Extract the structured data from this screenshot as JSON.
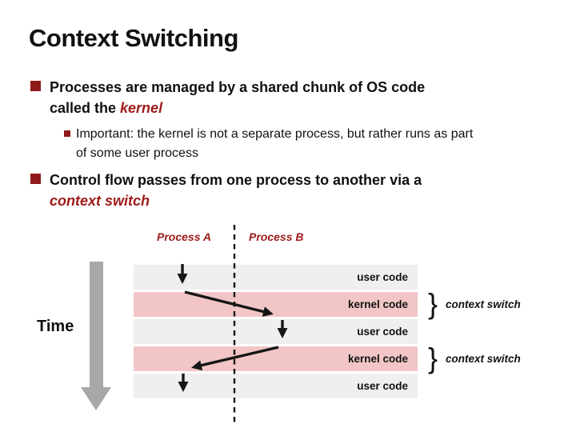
{
  "slide": {
    "title": "Context Switching",
    "bullet1": {
      "line1": "Processes are managed by a shared chunk of OS code",
      "line2_prefix": "called the ",
      "line2_accent": "kernel"
    },
    "sub_bullet": {
      "line1": "Important: the kernel is not a separate process, but rather runs as part",
      "line2": "of some user process"
    },
    "bullet2": {
      "line1": "Control flow passes from one process to another via a",
      "line2_accent": "context switch"
    }
  },
  "diagram": {
    "process_a_label": "Process A",
    "process_b_label": "Process B",
    "time_label": "Time",
    "rows": [
      {
        "label": "user code",
        "type": "user"
      },
      {
        "label": "kernel code",
        "type": "kernel"
      },
      {
        "label": "user code",
        "type": "user"
      },
      {
        "label": "kernel code",
        "type": "kernel"
      },
      {
        "label": "user code",
        "type": "user"
      }
    ],
    "annotations": [
      {
        "brace": "}",
        "label": "context switch"
      },
      {
        "brace": "}",
        "label": "context switch"
      }
    ],
    "colors": {
      "accent_red": "#9e1b1b",
      "bullet_square_red": "#8f1a1a",
      "user_band": "#f0efef",
      "kernel_band": "#f2c6c6",
      "time_arrow_gray": "#a8a8a8",
      "flow_line_black": "#161616"
    }
  }
}
